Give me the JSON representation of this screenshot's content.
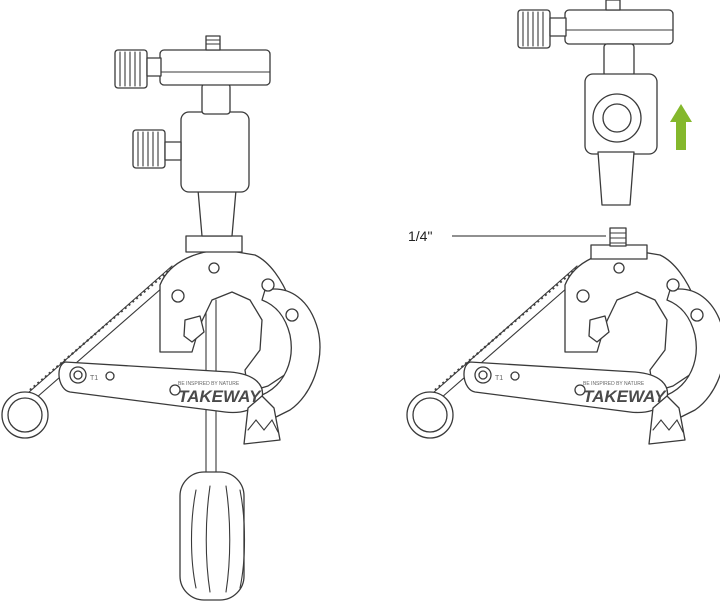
{
  "callout": {
    "thread_size": "1/4\""
  },
  "brand": {
    "name": "TAKEWAY",
    "tagline": "BE INSPIRED BY NATURE",
    "mark": "T1"
  },
  "colors": {
    "arrow": "#84b82c",
    "line": "#3a3a3a"
  },
  "icons": {
    "direction": "up-arrow-icon"
  }
}
